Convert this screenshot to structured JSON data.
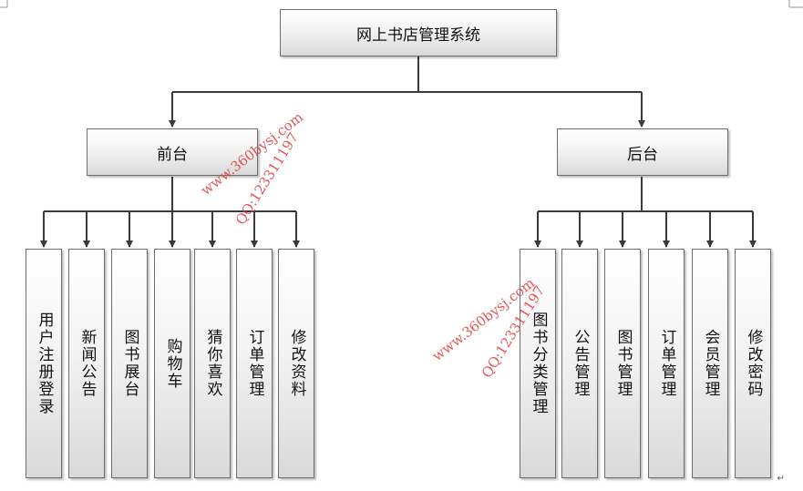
{
  "title": "网上书店管理系统",
  "front": {
    "label": "前台",
    "items": [
      "用户注册登录",
      "新闻公告",
      "图书展台",
      "购物车",
      "猜你喜欢",
      "订单管理",
      "修改资料"
    ]
  },
  "back": {
    "label": "后台",
    "items": [
      "图书分类管理",
      "公告管理",
      "图书管理",
      "订单管理",
      "会员管理",
      "修改密码"
    ]
  },
  "watermarks": [
    "www.360bysj.com",
    "QQ:123311197",
    "www.360bysj.com",
    "QQ:123311197"
  ],
  "colors": {
    "line": "#3a3a3a",
    "watermark": "#e03a3a"
  }
}
